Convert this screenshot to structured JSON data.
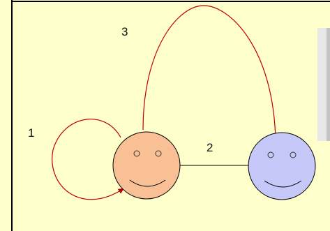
{
  "labels": {
    "self_loop": "1",
    "edge": "2",
    "arc": "3"
  },
  "nodes": [
    {
      "id": "left-face",
      "fill": "#f9c095"
    },
    {
      "id": "right-face",
      "fill": "#c5c8f8"
    }
  ],
  "colors": {
    "background": "#ffffcc",
    "arrow": "#c00000",
    "line": "#000000"
  }
}
